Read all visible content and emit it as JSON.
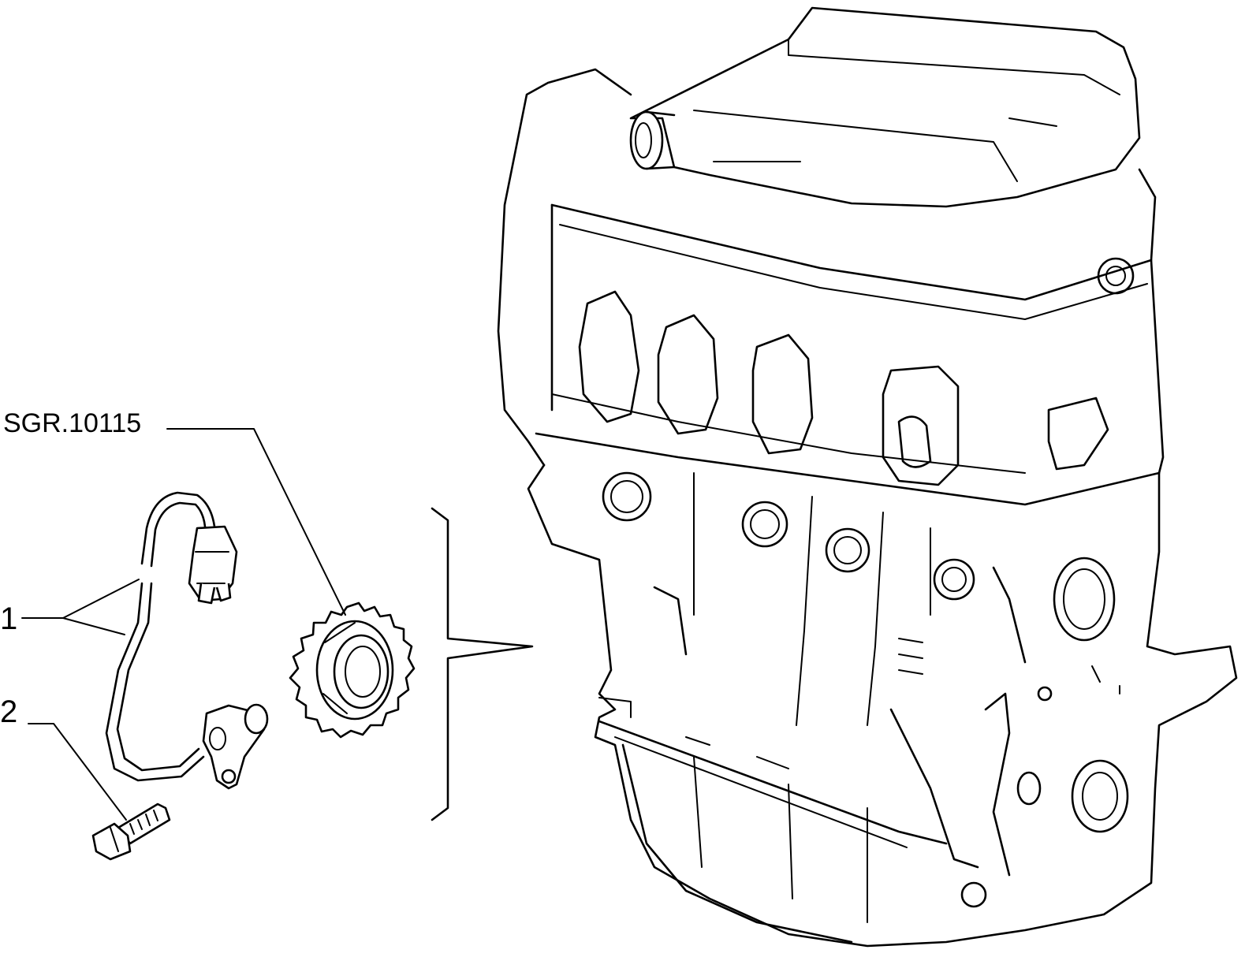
{
  "callouts": {
    "part_ref": "SGR.10115",
    "item_1": "1",
    "item_2": "2"
  },
  "colors": {
    "line": "#000000",
    "background": "#ffffff"
  }
}
